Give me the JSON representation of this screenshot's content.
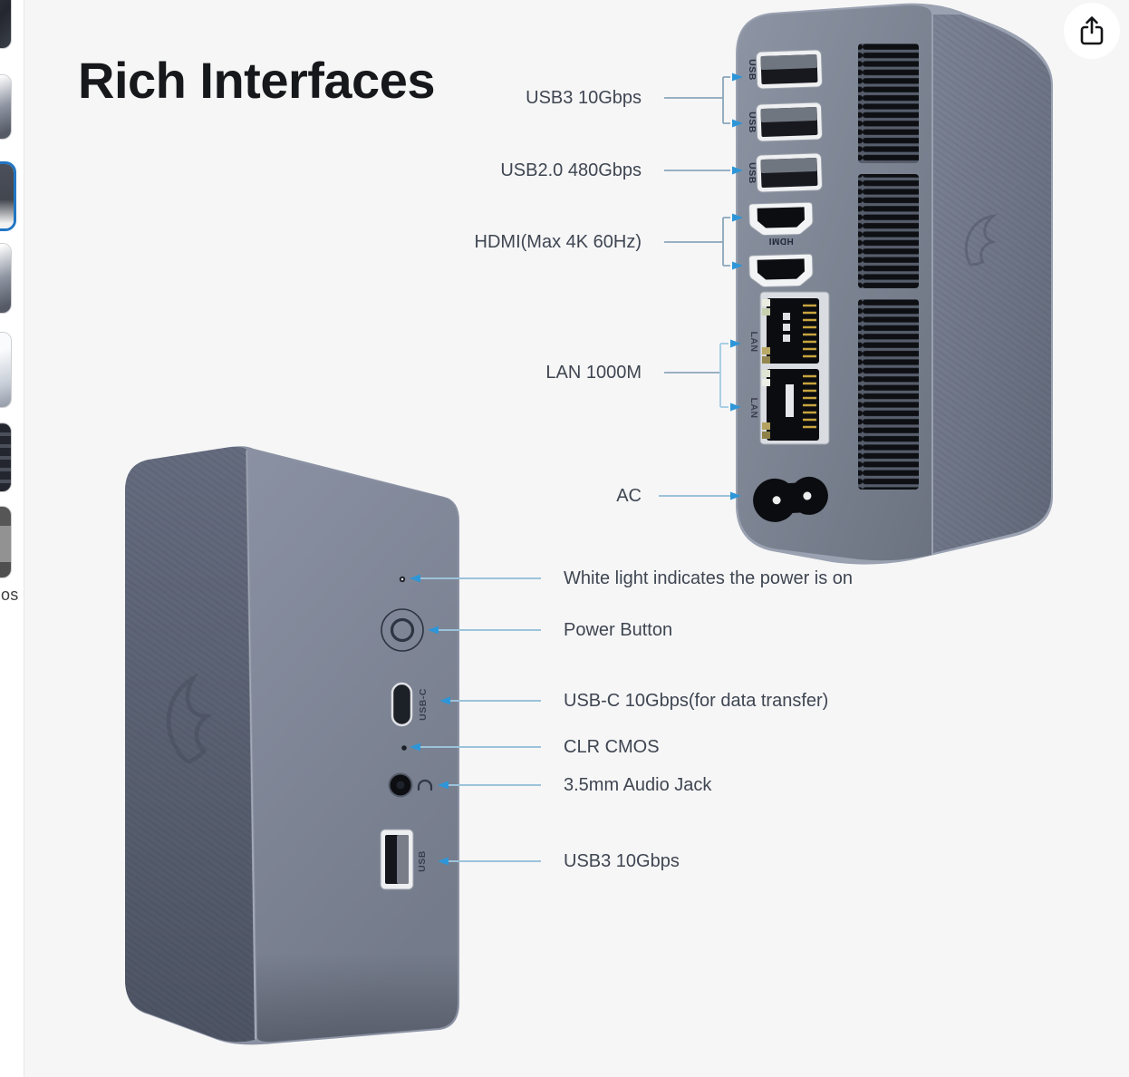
{
  "title": "Rich Interfaces",
  "share_button": {
    "icon": "share-ios-icon"
  },
  "thumbnail_rail": {
    "videos_label_partial": "os",
    "selected_index": 2,
    "selected_border_color": "#2276c3",
    "thumbnails": [
      {
        "name": "thumbnail-product-angle",
        "variant": "dark"
      },
      {
        "name": "thumbnail-product-view",
        "variant": "mid"
      },
      {
        "name": "thumbnail-rich-interfaces",
        "variant": "seldark"
      },
      {
        "name": "thumbnail-product-view-2",
        "variant": "mid"
      },
      {
        "name": "thumbnail-product-light",
        "variant": "light"
      },
      {
        "name": "thumbnail-ports-closeup",
        "variant": "ports"
      },
      {
        "name": "thumbnail-video",
        "variant": "video"
      }
    ]
  },
  "back_view": {
    "callouts": [
      {
        "label": "USB3 10Gbps"
      },
      {
        "label": "USB2.0 480Gbps"
      },
      {
        "label": "HDMI(Max 4K 60Hz)"
      },
      {
        "label": "LAN 1000M"
      },
      {
        "label": "AC"
      }
    ],
    "port_texts": {
      "usb1": "USB",
      "usb2": "USB",
      "usb3": "USB",
      "hdmi": "HDMI",
      "lan1": "LAN",
      "lan2": "LAN"
    }
  },
  "front_view": {
    "callouts": [
      {
        "label": "White light indicates the power is on"
      },
      {
        "label": "Power Button"
      },
      {
        "label": "USB-C 10Gbps(for data transfer)"
      },
      {
        "label": "CLR CMOS"
      },
      {
        "label": "3.5mm Audio Jack"
      },
      {
        "label": "USB3 10Gbps"
      }
    ],
    "port_texts": {
      "usbc": "USB-C",
      "usb": "USB"
    }
  },
  "colors": {
    "accent_blue": "#2e96d8",
    "callout_line": "#8aa6ba",
    "label_text": "#3f4651",
    "selected_thumb_border": "#2276c3"
  }
}
